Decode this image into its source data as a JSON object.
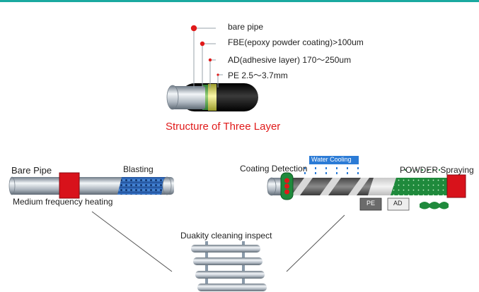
{
  "top": {
    "layers": [
      {
        "label": "bare pipe"
      },
      {
        "label": "FBE(epoxy powder coating)>100um"
      },
      {
        "label": "AD(adhesive layer) 170～250um"
      },
      {
        "label": "PE 2.5～3.7mm"
      }
    ],
    "title": "Structure of Three Layer"
  },
  "process": {
    "bare_pipe": "Bare Pipe",
    "blasting": "Blasting",
    "medium_frequency_heating": "Medium frequency heating",
    "coating_detection": "Coating Detection",
    "water_cooling": "Water Cooling",
    "powder_spraying": "POWDER Spraying",
    "pe_box": "PE",
    "ad_box": "AD",
    "cleaning_inspect": "Duakity cleaning inspect"
  },
  "colors": {
    "accent_red": "#e01a1a",
    "teal_frame": "#1aa9a0",
    "green": "#1f8a3c",
    "blue_label": "#2b7bd6"
  }
}
